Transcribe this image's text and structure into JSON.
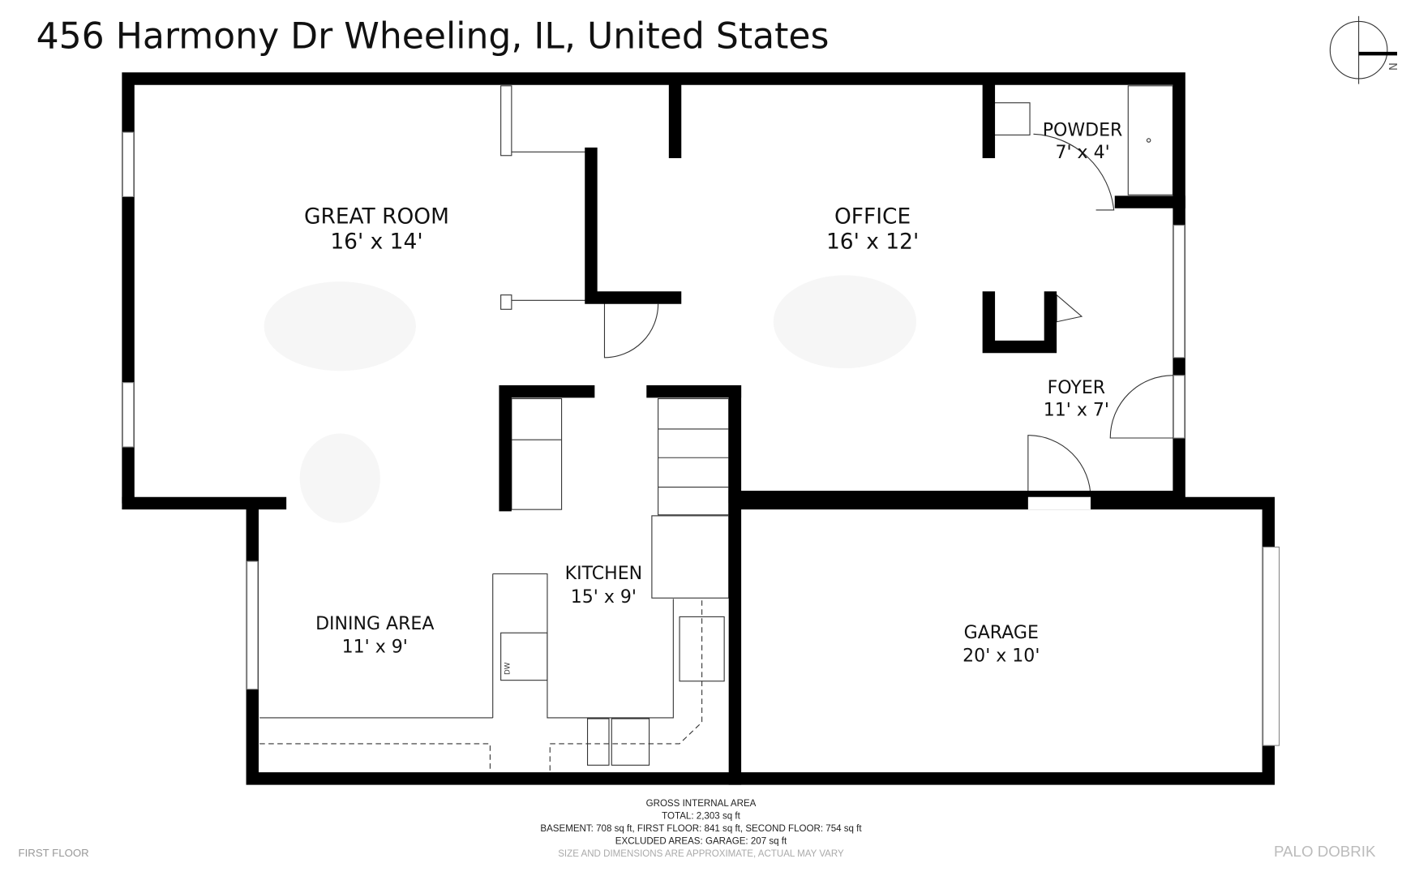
{
  "title": "456 Harmony Dr Wheeling, IL, United States",
  "compass": {
    "label": "N"
  },
  "rooms": [
    {
      "name": "GREAT ROOM",
      "size": "16' x 14'"
    },
    {
      "name": "OFFICE",
      "size": "16' x 12'"
    },
    {
      "name": "POWDER",
      "size": "7' x 4'"
    },
    {
      "name": "FOYER",
      "size": "11' x 7'"
    },
    {
      "name": "KITCHEN",
      "size": "15' x 9'"
    },
    {
      "name": "DINING AREA",
      "size": "11' x 9'"
    },
    {
      "name": "GARAGE",
      "size": "20' x 10'"
    }
  ],
  "appliance_label": "DW",
  "area": {
    "heading": "GROSS INTERNAL AREA",
    "total": "TOTAL: 2,303 sq ft",
    "floors": "BASEMENT: 708 sq ft, FIRST FLOOR: 841 sq ft, SECOND FLOOR: 754 sq ft",
    "excluded": "EXCLUDED AREAS: GARAGE: 207 sq ft",
    "disclaimer": "SIZE AND DIMENSIONS ARE APPROXIMATE, ACTUAL MAY VARY"
  },
  "floor_label": "FIRST FLOOR",
  "logo": "PALO DOBRIK"
}
